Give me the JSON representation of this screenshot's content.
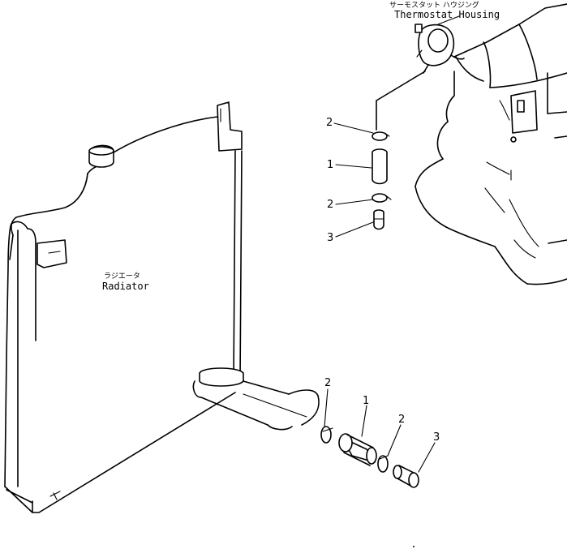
{
  "labels": {
    "thermostat_housing_jp": "サーモスタット ハウジング",
    "thermostat_housing_en": "Thermostat Housing",
    "radiator_jp": "ラジエータ",
    "radiator_en": "Radiator"
  },
  "callouts": {
    "upper_clamp_top": "2",
    "upper_hose": "1",
    "upper_clamp_bottom": "2",
    "upper_pipe": "3",
    "lower_clamp_left": "2",
    "lower_hose": "1",
    "lower_clamp_right": "2",
    "lower_pipe": "3"
  }
}
